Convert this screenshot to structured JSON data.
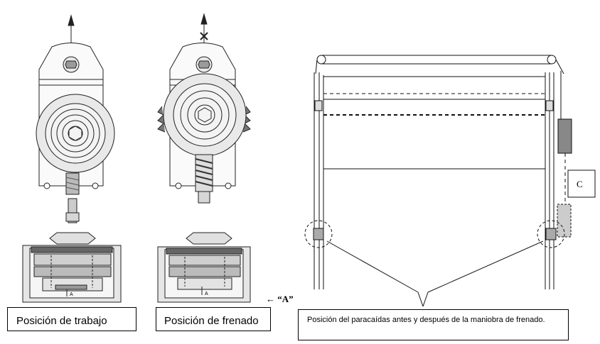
{
  "captions": {
    "working_position": "Posición de trabajo",
    "braking_position": "Posición de frenado",
    "parachute_position": "Posición del paracaídas antes y después de la maniobra de frenado."
  },
  "labels": {
    "arrow_a": "← “A”",
    "gap_label_c": "C",
    "gap_label_a_left": "A",
    "gap_label_a_right": "A"
  }
}
